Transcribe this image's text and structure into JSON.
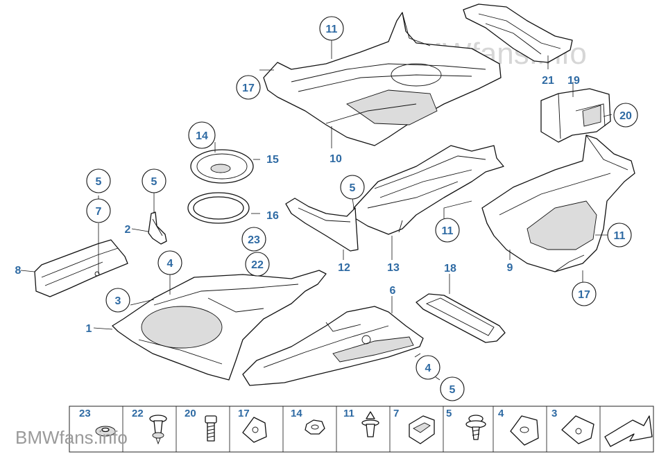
{
  "watermark": "BMWfans.info",
  "watermark_corner": "BMWfans.info",
  "callouts": {
    "c1": "1",
    "c2": "2",
    "c3": "3",
    "c4a": "4",
    "c4b": "4",
    "c5a": "5",
    "c5b": "5",
    "c5c": "5",
    "c5d": "5",
    "c6": "6",
    "c7": "7",
    "c8": "8",
    "c9": "9",
    "c10": "10",
    "c11a": "11",
    "c11b": "11",
    "c11c": "11",
    "c12": "12",
    "c13": "13",
    "c14": "14",
    "c15": "15",
    "c16": "16",
    "c17a": "17",
    "c17b": "17",
    "c18": "18",
    "c19": "19",
    "c20": "20",
    "c21": "21",
    "c22": "22",
    "c23": "23"
  },
  "legend_strip": [
    "23",
    "22",
    "20",
    "17",
    "14",
    "11",
    "7",
    "5",
    "4",
    "3"
  ],
  "colors": {
    "callout": "#2e6aa3",
    "line": "#111111",
    "watermark": "#d6d6d6"
  }
}
